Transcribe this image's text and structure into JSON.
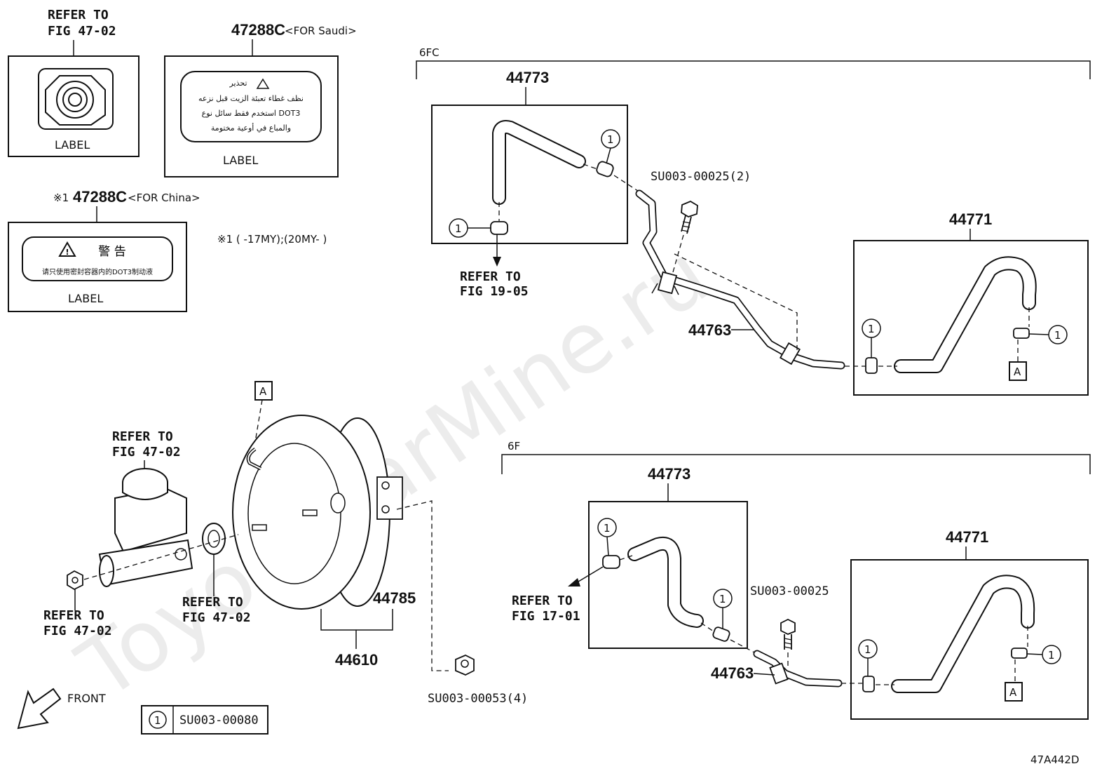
{
  "watermark": "ToyotaCarMine.ru",
  "drawing_id": "47A442D",
  "labels": {
    "top_left_ref": [
      "REFER TO",
      "FIG 47-02"
    ],
    "cap_label": "LABEL",
    "saudi_part": "47288C",
    "saudi_note": "<FOR Saudi>",
    "saudi_label": "LABEL",
    "saudi_text": [
      "تحذير",
      "نظف غطاء تعبئة الزيت قبل نزعه",
      "استخدم فقط سائل نوع DOT3",
      "والمباع في أوعية مختومة"
    ],
    "china_prefix": "※1",
    "china_part": "47288C",
    "china_note": "<FOR China>",
    "china_label": "LABEL",
    "china_warning": "警 告",
    "china_text": "请只使用密封容器内的DOT3制动液",
    "footnote": "※1 (       -17MY);(20MY-       )"
  },
  "section_6fc": {
    "code": "6FC",
    "hose_upper": "44773",
    "hose_right": "44771",
    "pipe": "44763",
    "bolt": "SU003-00025(2)",
    "refer": [
      "REFER TO",
      "FIG 19-05"
    ],
    "clip_marker": "1",
    "connector": "A"
  },
  "section_6f": {
    "code": "6F",
    "hose_upper": "44773",
    "hose_right": "44771",
    "pipe": "44763",
    "bolt": "SU003-00025",
    "refer": [
      "REFER TO",
      "FIG 17-01"
    ],
    "clip_marker": "1",
    "connector": "A"
  },
  "booster_area": {
    "connector": "A",
    "refer_cylinder": [
      "REFER TO",
      "FIG 47-02"
    ],
    "refer_nut": [
      "REFER TO",
      "FIG 47-02"
    ],
    "refer_seal": [
      "REFER TO",
      "FIG 47-02"
    ],
    "booster_part": "44785",
    "assembly_part": "44610",
    "nut_code": "SU003-00053(4)"
  },
  "legend": {
    "marker": "1",
    "code": "SU003-00080"
  },
  "front": "FRONT"
}
